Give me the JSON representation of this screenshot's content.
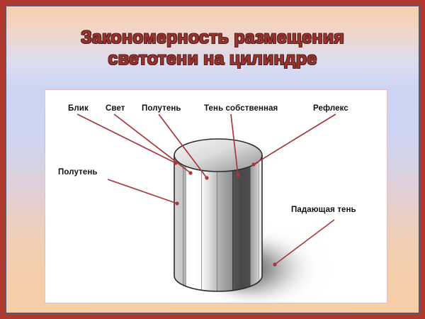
{
  "slide": {
    "title_line1": "Закономерность размещения",
    "title_line2": "светотени на цилиндре",
    "frame_color": "#b0392e",
    "inner_border_color": "#5b566e",
    "background_top_color": "#f6cfae",
    "background_mid_color": "#ccd4f5",
    "background_bottom_color": "#f7cda6",
    "title_color": "#96342f",
    "title_outline_color": "#5e1e1c"
  },
  "panel": {
    "background": "#ffffff",
    "border_color": "#e3bfc5"
  },
  "diagram": {
    "subject": "cylinder-light-and-shade",
    "leader_line_color": "#a8383c",
    "labels": [
      {
        "id": "blik",
        "text": "Блик"
      },
      {
        "id": "svet",
        "text": "Свет"
      },
      {
        "id": "poluten-top",
        "text": "Полутень"
      },
      {
        "id": "ten-sobstvennaya",
        "text": "Тень собственная"
      },
      {
        "id": "refleks",
        "text": "Рефлекс"
      },
      {
        "id": "poluten-left",
        "text": "Полутень"
      },
      {
        "id": "padayushchaya",
        "text": "Падающая тень"
      }
    ],
    "cylinder": {
      "outline_color": "#2b2b2b",
      "top_face_light": "#f2f2f2",
      "top_face_dark": "#9c9c9c",
      "bands": [
        {
          "name": "polutone-left",
          "color": "#c9c9c9"
        },
        {
          "name": "highlight-blik",
          "color": "#ffffff"
        },
        {
          "name": "light-svet",
          "color": "#e8e8e8"
        },
        {
          "name": "polutone-right",
          "color": "#a6a6a6"
        },
        {
          "name": "own-shadow",
          "color": "#4c4a4a"
        },
        {
          "name": "reflex",
          "color": "#b4b4b4"
        }
      ],
      "cast_shadow_color": "#3a3a3a"
    }
  }
}
